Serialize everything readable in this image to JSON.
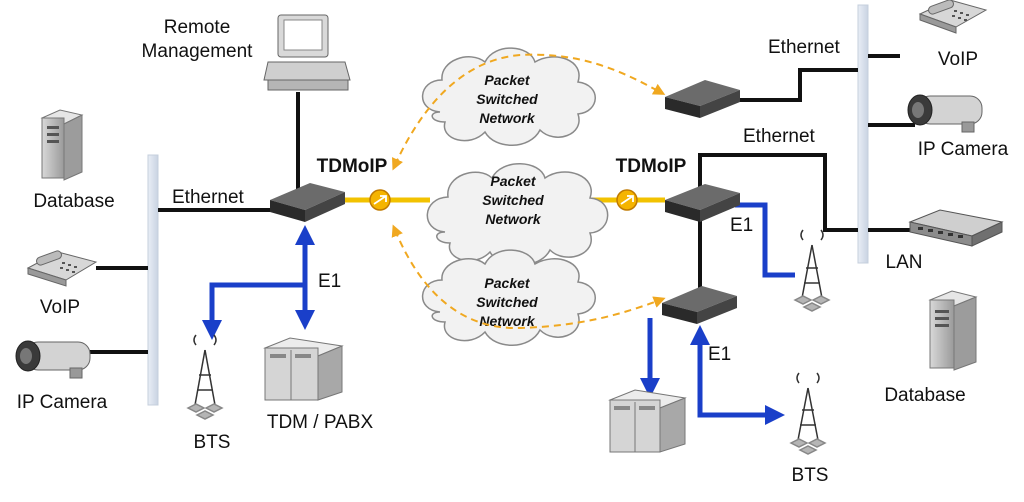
{
  "labels": {
    "remote_management_line1": "Remote",
    "remote_management_line2": "Management",
    "database_left": "Database",
    "ethernet_left": "Ethernet",
    "voip_left": "VoIP",
    "ip_camera_left": "IP Camera",
    "tdmoip_left": "TDMoIP",
    "e1_left": "E1",
    "bts_left": "BTS",
    "tdm_pabx": "TDM / PABX",
    "tdmoip_right": "TDMoIP",
    "e1_right_top": "E1",
    "e1_right_bottom": "E1",
    "ethernet_right_top": "Ethernet",
    "ethernet_right_mid": "Ethernet",
    "voip_right": "VoIP",
    "ip_camera_right": "IP Camera",
    "lan": "LAN",
    "database_right": "Database",
    "bts_right": "BTS"
  },
  "clouds": [
    {
      "line1": "Packet",
      "line2": "Switched",
      "line3": "Network"
    },
    {
      "line1": "Packet",
      "line2": "Switched",
      "line3": "Network"
    },
    {
      "line1": "Packet",
      "line2": "Switched",
      "line3": "Network"
    }
  ],
  "colors": {
    "e1_link": "#1a3fc9",
    "tdm_link": "#f2c200",
    "dashed_flow": "#f0a820",
    "cloud_fill": "#f2f2f2",
    "cloud_stroke": "#8a8a8a",
    "ethernet_cable": "#111111"
  }
}
